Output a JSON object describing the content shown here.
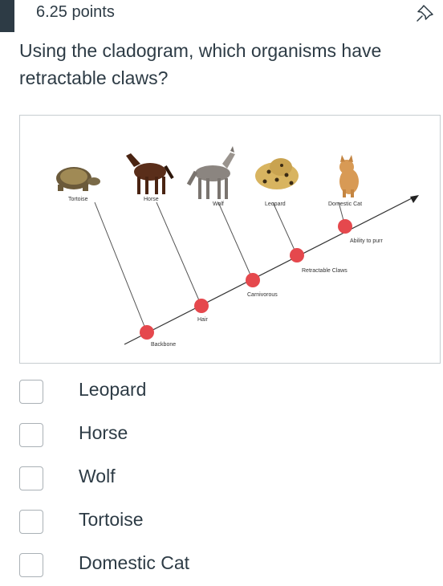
{
  "header": {
    "points": "6.25 points"
  },
  "question": {
    "text": "Using the cladogram, which organisms have retractable claws?"
  },
  "cladogram": {
    "organisms": [
      "Tortoise",
      "Horse",
      "Wolf",
      "Leopard",
      "Domestic Cat"
    ],
    "traits": [
      "Backbone",
      "Hair",
      "Carnivorous",
      "Retractable Claws",
      "Ability to purr"
    ],
    "node_color": "#e5484d"
  },
  "answers": [
    {
      "label": "Leopard",
      "checked": false
    },
    {
      "label": "Horse",
      "checked": false
    },
    {
      "label": "Wolf",
      "checked": false
    },
    {
      "label": "Tortoise",
      "checked": false
    },
    {
      "label": "Domestic Cat",
      "checked": false
    }
  ]
}
